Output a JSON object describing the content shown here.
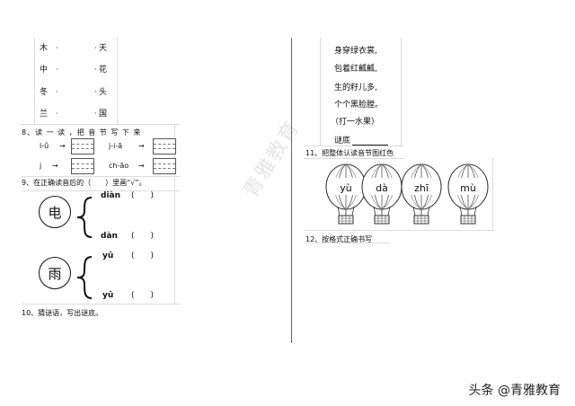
{
  "match": {
    "left": [
      "木",
      "中",
      "冬",
      "兰"
    ],
    "right": [
      "天",
      "花",
      "头",
      "国"
    ],
    "dot": "·"
  },
  "q8": {
    "title": "8、读 一 读 ，把 音 节 写 下 来",
    "rows": [
      {
        "syllable": "l-ǘ",
        "arrow": "→"
      },
      {
        "syllable": "j-i-ā",
        "arrow": "→"
      },
      {
        "syllable": "j",
        "arrow": "→"
      },
      {
        "syllable": "ch-āo",
        "arrow": "→"
      }
    ]
  },
  "q9": {
    "title": "9、在正确读音后的（　　）里画“√”。",
    "groups": [
      {
        "char": "电",
        "options": [
          {
            "pinyin": "diàn",
            "paren": "(　　)"
          },
          {
            "pinyin": "dàn",
            "paren": "(　　)"
          }
        ]
      },
      {
        "char": "雨",
        "options": [
          {
            "pinyin": "yǔ",
            "paren": "(　　)"
          },
          {
            "pinyin": "yǔ",
            "paren": "(　　)"
          }
        ]
      }
    ]
  },
  "q10": {
    "title": "10、猜谜语，写出谜底。"
  },
  "riddle": {
    "lines": [
      "身穿绿衣裳,",
      "包着红瓤瓤,",
      "生的籽儿多,",
      "个个黑脸膛。"
    ],
    "hint": "（打一水果）",
    "answer_label": "谜底"
  },
  "q11": {
    "title": "11、把整体认读音节图红色",
    "balloons": [
      "yù",
      "dà",
      "zhī",
      "mù"
    ]
  },
  "q12": {
    "title": "12、按格式正确书写"
  },
  "watermark": "青雅教育",
  "footer": "头条 @青雅教育"
}
